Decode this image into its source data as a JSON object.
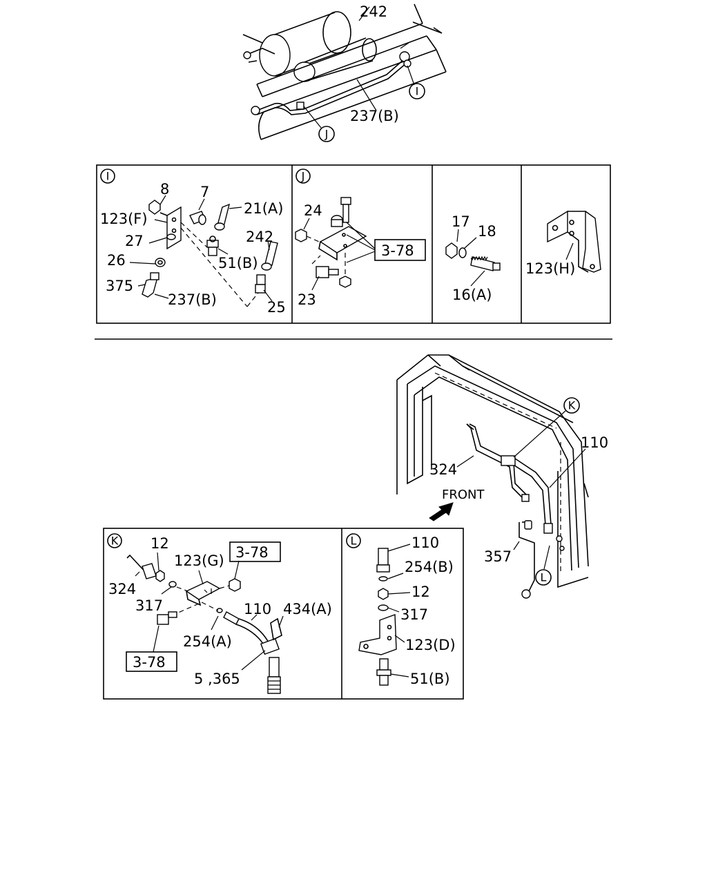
{
  "labels": {
    "top_242": "242",
    "top_237b": "237(B)",
    "top_I": "I",
    "top_J": "J",
    "i_head": "I",
    "i_8": "8",
    "i_7": "7",
    "i_21a": "21(A)",
    "i_123f": "123(F)",
    "i_27": "27",
    "i_242": "242",
    "i_26": "26",
    "i_51b": "51(B)",
    "i_375": "375",
    "i_237b": "237(B)",
    "i_25": "25",
    "j_head": "J",
    "j_24": "24",
    "j_378": "3-78",
    "j_23": "23",
    "n_17": "17",
    "n_18": "18",
    "n_16a": "16(A)",
    "h_123h": "123(H)",
    "m_K": "K",
    "m_110": "110",
    "m_324": "324",
    "m_front": "FRONT",
    "m_357": "357",
    "m_L": "L",
    "k_head": "K",
    "k_12": "12",
    "k_123g": "123(G)",
    "k_378a": "3-78",
    "k_324": "324",
    "k_317": "317",
    "k_110": "110",
    "k_434a": "434(A)",
    "k_254a": "254(A)",
    "k_378b": "3-78",
    "k_5365": "5 ,365",
    "l_head": "L",
    "l_110": "110",
    "l_254b": "254(B)",
    "l_12": "12",
    "l_317": "317",
    "l_123d": "123(D)",
    "l_51b": "51(B)"
  }
}
